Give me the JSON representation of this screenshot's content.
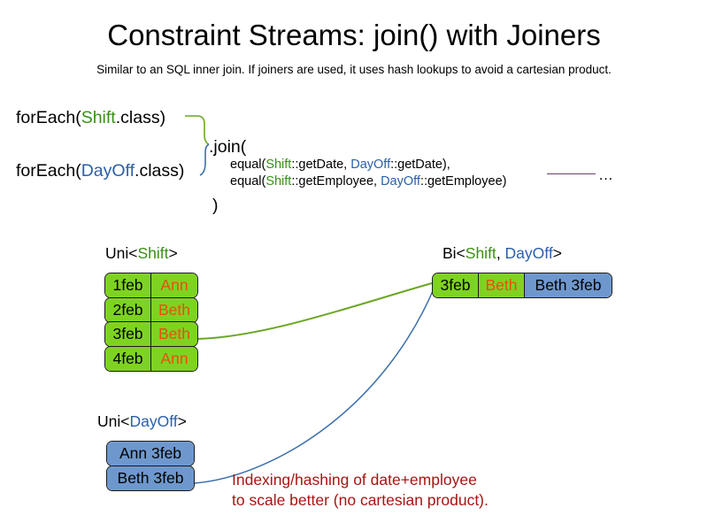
{
  "header": {
    "title": "Constraint Streams: join() with Joiners",
    "subtitle": "Similar to an SQL inner join. If joiners are used, it uses hash lookups to avoid a cartesian product."
  },
  "code": {
    "foreach_shift": {
      "prefix": "forEach(",
      "type": "Shift",
      "suffix": ".class)"
    },
    "foreach_dayoff": {
      "prefix": "forEach(",
      "type": "DayOff",
      "suffix": ".class)"
    },
    "join_open": ".join(",
    "join_close": ")",
    "equal_line_1": {
      "prefix": "equal(",
      "left_type": "Shift",
      "left_method": "::getDate, ",
      "right_type": "DayOff",
      "right_method": "::getDate),"
    },
    "equal_line_2": {
      "prefix": "equal(",
      "left_type": "Shift",
      "left_method": "::getEmployee, ",
      "right_type": "DayOff",
      "right_method": "::getEmployee)"
    },
    "continuation_ellipsis": "…"
  },
  "streams": {
    "uni_shift": {
      "label_prefix": "Uni<",
      "label_type": "Shift",
      "label_suffix": ">",
      "rows": [
        {
          "date": "1feb",
          "employee": "Ann"
        },
        {
          "date": "2feb",
          "employee": "Beth"
        },
        {
          "date": "3feb",
          "employee": "Beth"
        },
        {
          "date": "4feb",
          "employee": "Ann"
        }
      ]
    },
    "uni_dayoff": {
      "label_prefix": "Uni<",
      "label_type": "DayOff",
      "label_suffix": ">",
      "rows": [
        {
          "value": "Ann 3feb"
        },
        {
          "value": "Beth 3feb"
        }
      ]
    },
    "bi": {
      "label_prefix": "Bi<",
      "label_type_a": "Shift",
      "label_comma": ", ",
      "label_type_b": "DayOff",
      "label_suffix": ">",
      "rows": [
        {
          "date": "3feb",
          "employee": "Beth",
          "dayoff": "Beth 3feb"
        }
      ]
    }
  },
  "annotation": {
    "line1": "Indexing/hashing of date+employee",
    "line2": "to scale better (no cartesian product)."
  },
  "colors": {
    "shift_green": "#3a8f16",
    "dayoff_blue": "#2b5faa",
    "fact_green_fill": "#7ed321",
    "fact_blue_fill": "#6e98cd",
    "employee_orange": "#e8500f",
    "annotation_red": "#a81414",
    "connector_green": "#6aa723",
    "connector_blue": "#3b6fad",
    "continuation_purple": "#6b3f73"
  }
}
